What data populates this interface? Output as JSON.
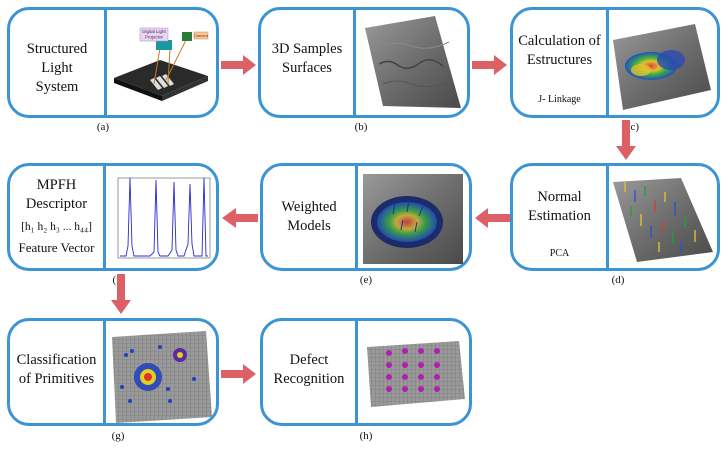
{
  "steps": [
    {
      "id": "a",
      "title": "Structured Light\nSystem",
      "sub": "",
      "caption": "(a)",
      "projector_label": "Digital Light\nProjector",
      "camera_label": "Camera"
    },
    {
      "id": "b",
      "title": "3D Samples\nSurfaces",
      "sub": "",
      "caption": "(b)"
    },
    {
      "id": "c",
      "title": "Calculation of\nEstructures",
      "sub": "J- Linkage",
      "caption": "(c)"
    },
    {
      "id": "d",
      "title": "Normal\nEstimation",
      "sub": "PCA",
      "caption": "(d)"
    },
    {
      "id": "e",
      "title": "Weighted\nModels",
      "sub": "",
      "caption": "(e)"
    },
    {
      "id": "f",
      "title": "MPFH\nDescriptor",
      "formula": "[h₁ h₂ h₃ ... h₄₄]",
      "sub": "Feature Vector",
      "caption": "(f)"
    },
    {
      "id": "g",
      "title": "Classification\nof Primitives",
      "sub": "",
      "caption": "(g)"
    },
    {
      "id": "h",
      "title": "Defect\nRecognition",
      "sub": "",
      "caption": "(h)"
    }
  ],
  "colors": {
    "border": "#3b95d4",
    "arrow": "#dd6066"
  }
}
